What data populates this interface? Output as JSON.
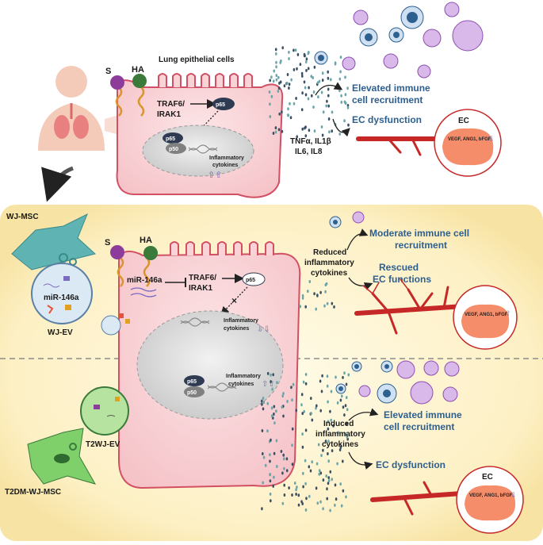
{
  "top": {
    "lung_cells": "Lung epithelial cells",
    "s": "S",
    "ha": "HA",
    "traf6": "TRAF6/",
    "irak1": "IRAK1",
    "p65": "p65",
    "p65_nuc": "p65",
    "p50": "p50",
    "infl1": "Inflammatory",
    "infl2": "cytokines",
    "tnf": "TNFα, IL1β",
    "il6": "IL6, IL8",
    "elev1": "Elevated immune",
    "elev2": "cell recruitment",
    "ecd": "EC dysfunction",
    "ec": "EC",
    "vegf": "VEGF, ANG1, bFGF"
  },
  "mid": {
    "wjmsc": "WJ-MSC",
    "mir_vesicle": "miR-146a",
    "wjev": "WJ-EV",
    "s": "S",
    "ha": "HA",
    "mir": "miR-146a",
    "traf6": "TRAF6/",
    "irak1": "IRAK1",
    "p65": "p65",
    "infl1": "Inflammatory",
    "infl2": "cytokines",
    "red1": "Reduced",
    "red2": "inflammatory",
    "red3": "cytokines",
    "mod1": "Moderate immune cell",
    "mod2": "recruitment",
    "resc1": "Rescued",
    "resc2": "EC functions",
    "vegf": "VEGF, ANG1, bFGF"
  },
  "bottom": {
    "p65": "p65",
    "p50": "p50",
    "infl1": "Inflammatory",
    "infl2": "cytokines",
    "t2ev": "T2WJ-EV",
    "t2msc": "T2DM-WJ-MSC",
    "ind1": "Induced",
    "ind2": "inflammatory",
    "ind3": "cytokines",
    "elev1": "Elevated immune",
    "elev2": "cell recruitment",
    "ecd": "EC dysfunction",
    "ec": "EC",
    "vegf": "VEGF, ANG1, bFGF"
  },
  "colors": {
    "cell_fill": "#f9d3d6",
    "cell_stroke": "#d24f64",
    "nucleus": "#dcdcdc",
    "vessel": "#c62828",
    "label_blue": "#2d5f8f",
    "bg_glow": "#fdf3cf"
  }
}
